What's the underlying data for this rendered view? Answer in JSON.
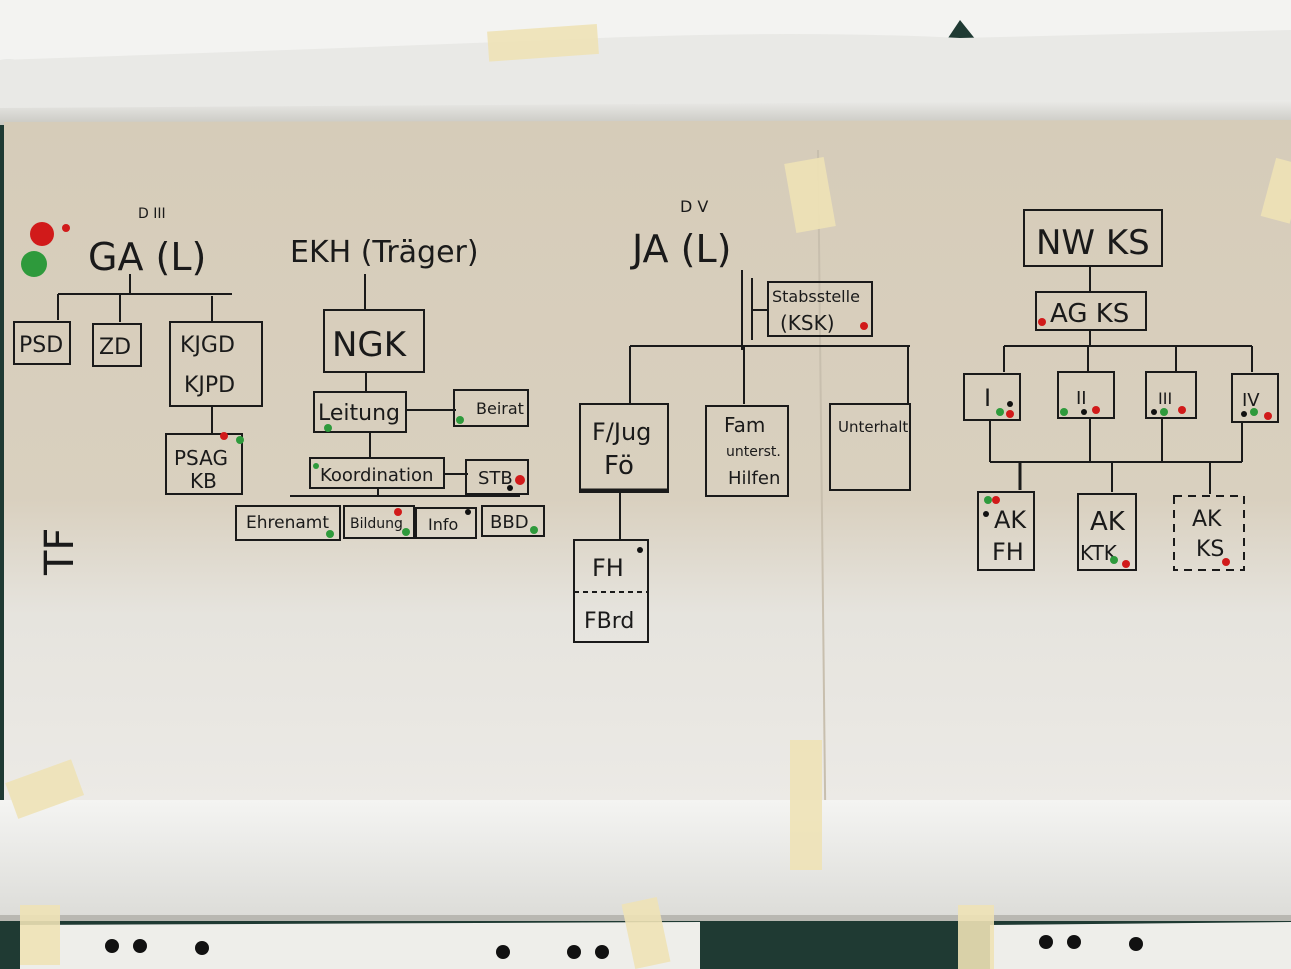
{
  "photo": {
    "colors": {
      "board": "#1f3a33",
      "paper": "#dfd6c7",
      "paper_lower": "#e8e6df",
      "tape": "#efe3b6",
      "ink": "#1a1a1a",
      "dot_red": "#d11a1a",
      "dot_green": "#2e9a3c",
      "dot_black": "#111111"
    }
  },
  "legend": {
    "marks": [
      "red dot",
      "green dot"
    ]
  },
  "margin_note": "TF",
  "ga": {
    "superscript": "D III",
    "title": "GA (L)",
    "boxes": {
      "psd": "PSD",
      "zd": "ZD",
      "kjgd": [
        "KJGD",
        "KJPD"
      ],
      "psag": [
        "PSAG",
        "KB"
      ]
    }
  },
  "ekh": {
    "title": "EKH (Träger)",
    "boxes": {
      "ngk": "NGK",
      "leitung": "Leitung",
      "beirat": "Beirat",
      "koordination": "Koordination",
      "stb": "STB",
      "ehrenamt": "Ehrenamt",
      "bildung": "Bildung",
      "info": "Info",
      "bbd": "BBD"
    }
  },
  "ja": {
    "superscript": "D V",
    "title": "JA (L)",
    "boxes": {
      "stabsstelle": [
        "Stabsstelle",
        "(KSK)"
      ],
      "fjug": [
        "F/Jug",
        "Fö"
      ],
      "fam": [
        "Fam",
        "unterst.",
        "Hilfen"
      ],
      "unterhalt": "Unterhalt",
      "fh": "FH",
      "fbrd": "FBrd"
    }
  },
  "nwks": {
    "title": "NW KS",
    "boxes": {
      "agks": "AG KS",
      "roman": [
        "I",
        "II",
        "III",
        "IV"
      ],
      "akfh": [
        "AK",
        "FH"
      ],
      "akktk": [
        "AK",
        "KTK"
      ],
      "akks": [
        "AK",
        "KS"
      ]
    }
  }
}
